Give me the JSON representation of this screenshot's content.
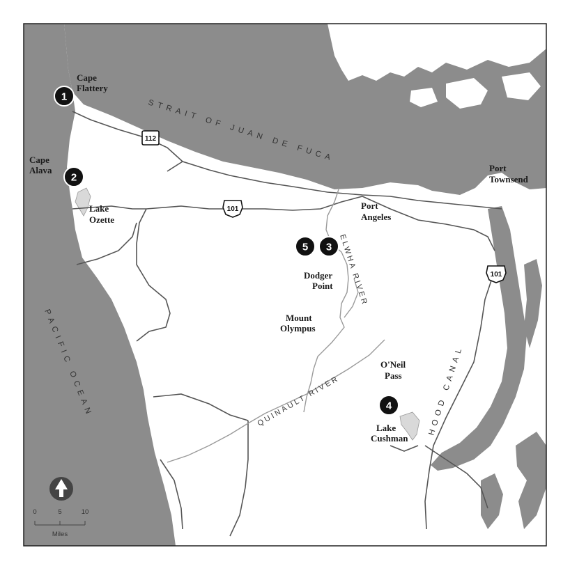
{
  "places": {
    "cape_flattery": [
      "Cape",
      "Flattery"
    ],
    "cape_alava": [
      "Cape",
      "Alava"
    ],
    "lake_ozette": [
      "Lake",
      "Ozette"
    ],
    "port_angeles": [
      "Port",
      "Angeles"
    ],
    "port_townsend": [
      "Port",
      "Townsend"
    ],
    "dodger_point": [
      "Dodger",
      "Point"
    ],
    "mount_olympus": [
      "Mount",
      "Olympus"
    ],
    "oneil_pass": [
      "O'Neil",
      "Pass"
    ],
    "lake_cushman": [
      "Lake",
      "Cushman"
    ]
  },
  "water_bodies": {
    "strait": "STRAIT OF JUAN DE FUCA",
    "pacific": "PACIFIC OCEAN",
    "hood_canal": "HOOD CANAL"
  },
  "rivers": {
    "elwha": "ELWHA RIVER",
    "quinault": "QUINAULT RIVER"
  },
  "markers": [
    "1",
    "2",
    "3",
    "4",
    "5"
  ],
  "highway_shields": {
    "sr112": "112",
    "us101_west": "101",
    "us101_east": "101"
  },
  "scale_bar": {
    "ticks": [
      "0",
      "5",
      "10"
    ],
    "unit": "Miles"
  },
  "north_arrow": "north-arrow-icon",
  "colors": {
    "water": "#8c8c8c",
    "land": "#ffffff",
    "marker": "#111111",
    "lake": "#d9d9d9"
  }
}
